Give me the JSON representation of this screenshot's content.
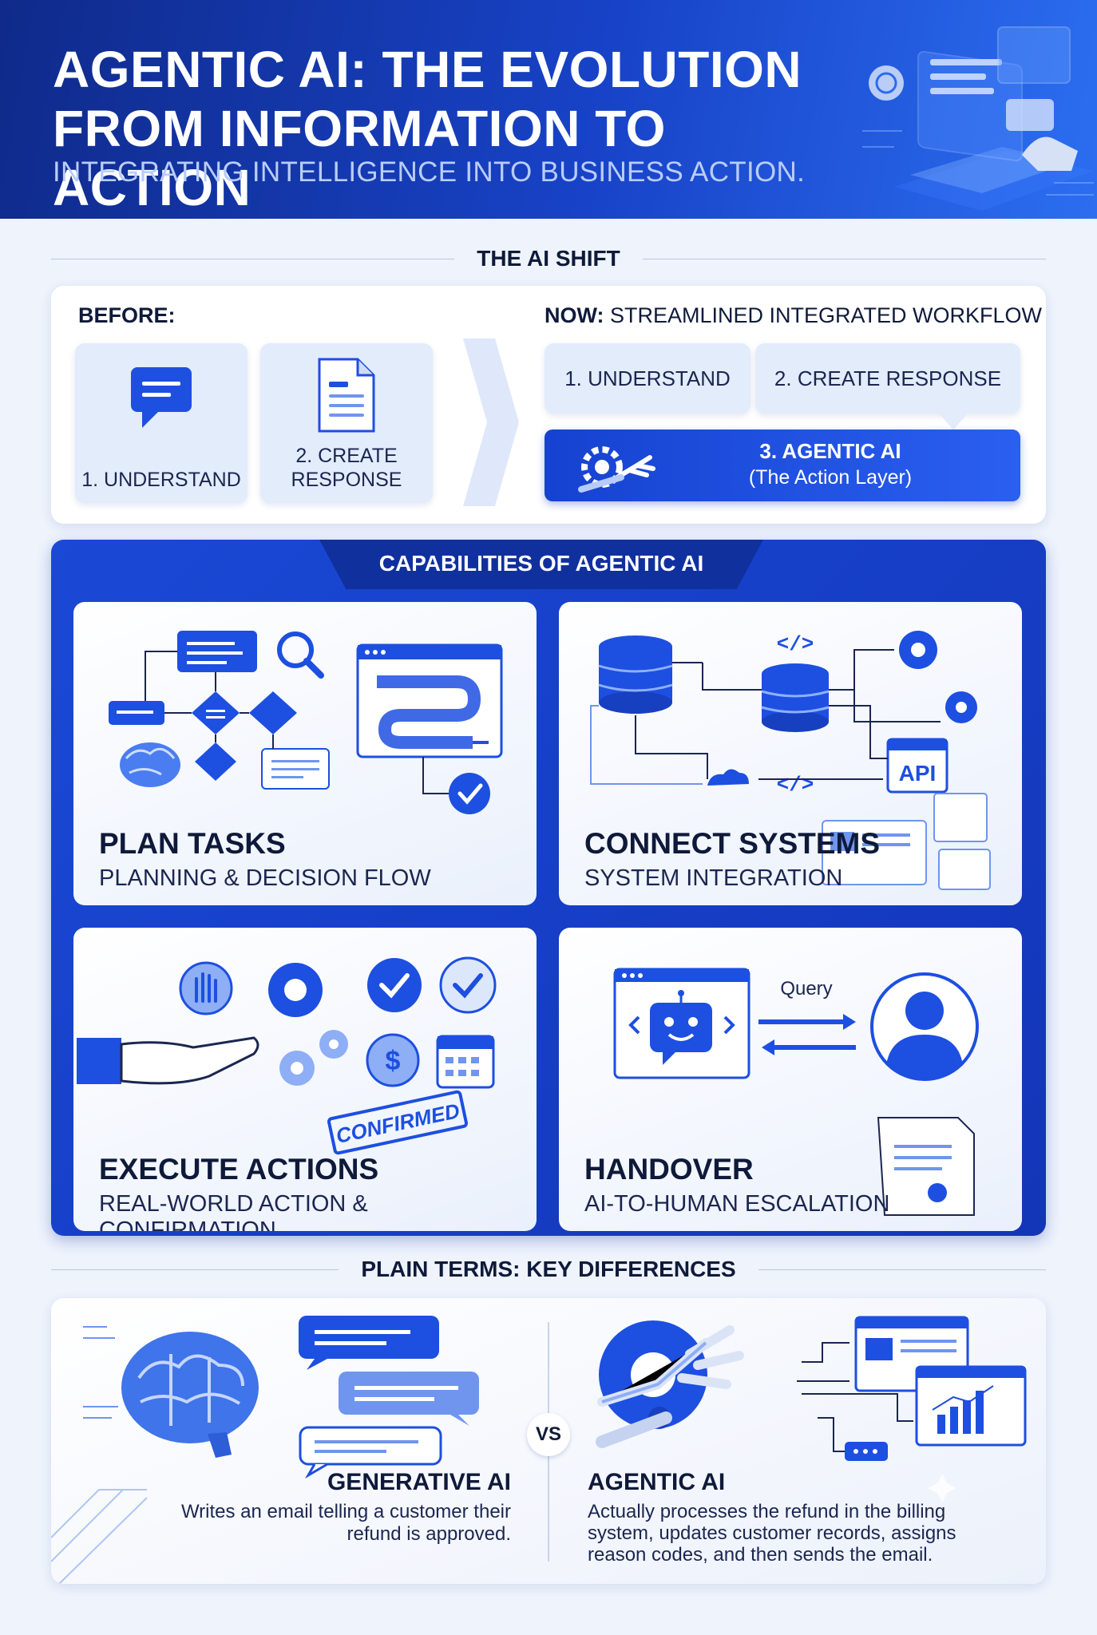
{
  "header": {
    "title": "AGENTIC AI: THE EVOLUTION FROM INFORMATION TO ACTION",
    "subtitle": "INTEGRATING INTELLIGENCE INTO BUSINESS ACTION."
  },
  "shift": {
    "heading": "THE AI SHIFT",
    "before_label": "BEFORE:",
    "before_steps": [
      "1. UNDERSTAND",
      "2. CREATE RESPONSE"
    ],
    "now_label_bold": "NOW:",
    "now_label_rest": "STREAMLINED INTEGRATED WORKFLOW",
    "now_steps": [
      "1. UNDERSTAND",
      "2. CREATE RESPONSE"
    ],
    "agentic_title": "3. AGENTIC AI",
    "agentic_subtitle": "(The Action Layer)"
  },
  "capabilities": {
    "heading": "CAPABILITIES OF AGENTIC AI",
    "cards": [
      {
        "title": "PLAN TASKS",
        "subtitle": "PLANNING & DECISION FLOW"
      },
      {
        "title": "CONNECT SYSTEMS",
        "subtitle": "SYSTEM INTEGRATION",
        "api_label": "API"
      },
      {
        "title": "EXECUTE ACTIONS",
        "subtitle": "REAL-WORLD ACTION & CONFIRMATION",
        "stamp": "CONFIRMED"
      },
      {
        "title": "HANDOVER",
        "subtitle": "AI-TO-HUMAN ESCALATION",
        "query_label": "Query"
      }
    ]
  },
  "differences": {
    "heading": "PLAIN TERMS: KEY DIFFERENCES",
    "vs": "VS",
    "generative": {
      "title": "GENERATIVE AI",
      "description": "Writes an email telling a customer their refund is approved."
    },
    "agentic": {
      "title": "AGENTIC AI",
      "description": "Actually processes the refund in the billing system, updates customer records, assigns reason codes, and then sends the email."
    }
  },
  "colors": {
    "primary": "#1a49d6",
    "dark_navy": "#0f2a8a",
    "light_box": "#e3ecfb",
    "text": "#0f1a3a"
  }
}
